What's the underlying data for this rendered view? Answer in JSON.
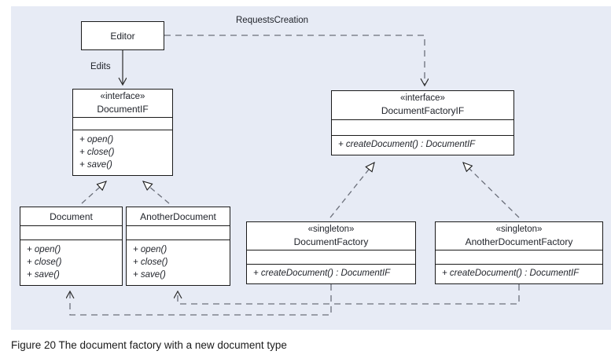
{
  "figure": {
    "caption": "Figure 20  The document factory with a new document type",
    "panel_color": "#e7ebf5",
    "line_color": "#3a3a3a",
    "box_fill": "#ffffff",
    "box_stroke": "#1a1a1a"
  },
  "classes": {
    "editor": {
      "name": "Editor",
      "stereotype": "",
      "operations": []
    },
    "document_if": {
      "stereotype": "«interface»",
      "name": "DocumentIF",
      "attributes": [],
      "operations": [
        "+ open()",
        "+ close()",
        "+ save()"
      ]
    },
    "document_factory_if": {
      "stereotype": "«interface»",
      "name": "DocumentFactoryIF",
      "attributes": [],
      "operations": [
        "+ createDocument() : DocumentIF"
      ]
    },
    "document": {
      "stereotype": "",
      "name": "Document",
      "attributes": [],
      "operations": [
        "+ open()",
        "+ close()",
        "+ save()"
      ]
    },
    "another_document": {
      "stereotype": "",
      "name": "AnotherDocument",
      "attributes": [],
      "operations": [
        "+ open()",
        "+ close()",
        "+ save()"
      ]
    },
    "document_factory": {
      "stereotype": "«singleton»",
      "name": "DocumentFactory",
      "attributes": [],
      "operations": [
        "+ createDocument() : DocumentIF"
      ]
    },
    "another_document_factory": {
      "stereotype": "«singleton»",
      "name": "AnotherDocumentFactory",
      "attributes": [],
      "operations": [
        "+ createDocument() : DocumentIF"
      ]
    }
  },
  "edges": {
    "edits": {
      "label": "Edits",
      "from": "Editor",
      "to": "DocumentIF",
      "style": "solid",
      "arrow": "open"
    },
    "requests_creation": {
      "label": "RequestsCreation",
      "from": "Editor",
      "to": "DocumentFactoryIF",
      "style": "dashed",
      "arrow": "open"
    },
    "realizations": [
      {
        "label": "",
        "from": "Document",
        "to": "DocumentIF",
        "style": "dashed",
        "arrow": "hollow-triangle"
      },
      {
        "label": "",
        "from": "AnotherDocument",
        "to": "DocumentIF",
        "style": "dashed",
        "arrow": "hollow-triangle"
      },
      {
        "label": "",
        "from": "DocumentFactory",
        "to": "DocumentFactoryIF",
        "style": "dashed",
        "arrow": "hollow-triangle"
      },
      {
        "label": "",
        "from": "AnotherDocumentFactory",
        "to": "DocumentFactoryIF",
        "style": "dashed",
        "arrow": "hollow-triangle"
      }
    ],
    "dependencies": [
      {
        "label": "",
        "from": "DocumentFactory",
        "to": "Document",
        "style": "dashed",
        "arrow": "open"
      },
      {
        "label": "",
        "from": "AnotherDocumentFactory",
        "to": "AnotherDocument",
        "style": "dashed",
        "arrow": "open"
      }
    ]
  }
}
